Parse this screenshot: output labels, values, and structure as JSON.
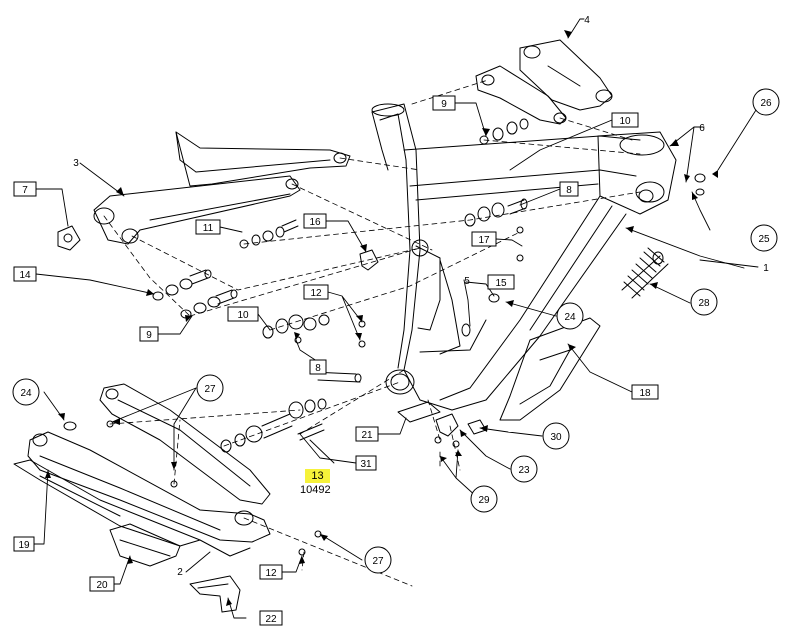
{
  "diagram": {
    "highlight": {
      "number": "13",
      "part_number": "10492",
      "color": "#f6f23a"
    },
    "box_labels": {
      "b7": "7",
      "b14": "14",
      "b9a": "9",
      "b11": "11",
      "b16": "16",
      "b12a": "12",
      "b10a": "10",
      "b8a": "8",
      "b9b": "9",
      "b10b": "10",
      "b8b": "8",
      "b17": "17",
      "b15": "15",
      "b18": "18",
      "b21": "21",
      "b31": "31",
      "b19": "19",
      "b20": "20",
      "b12b": "12",
      "b22": "22"
    },
    "circle_labels": {
      "c26": "26",
      "c25": "25",
      "c28": "28",
      "c24a": "24",
      "c30": "30",
      "c23": "23",
      "c29": "29",
      "c24b": "24",
      "c27a": "27",
      "c27b": "27"
    },
    "plain_labels": {
      "p4": "4",
      "p3": "3",
      "p6": "6",
      "p1": "1",
      "p5": "5",
      "p2": "2"
    }
  }
}
